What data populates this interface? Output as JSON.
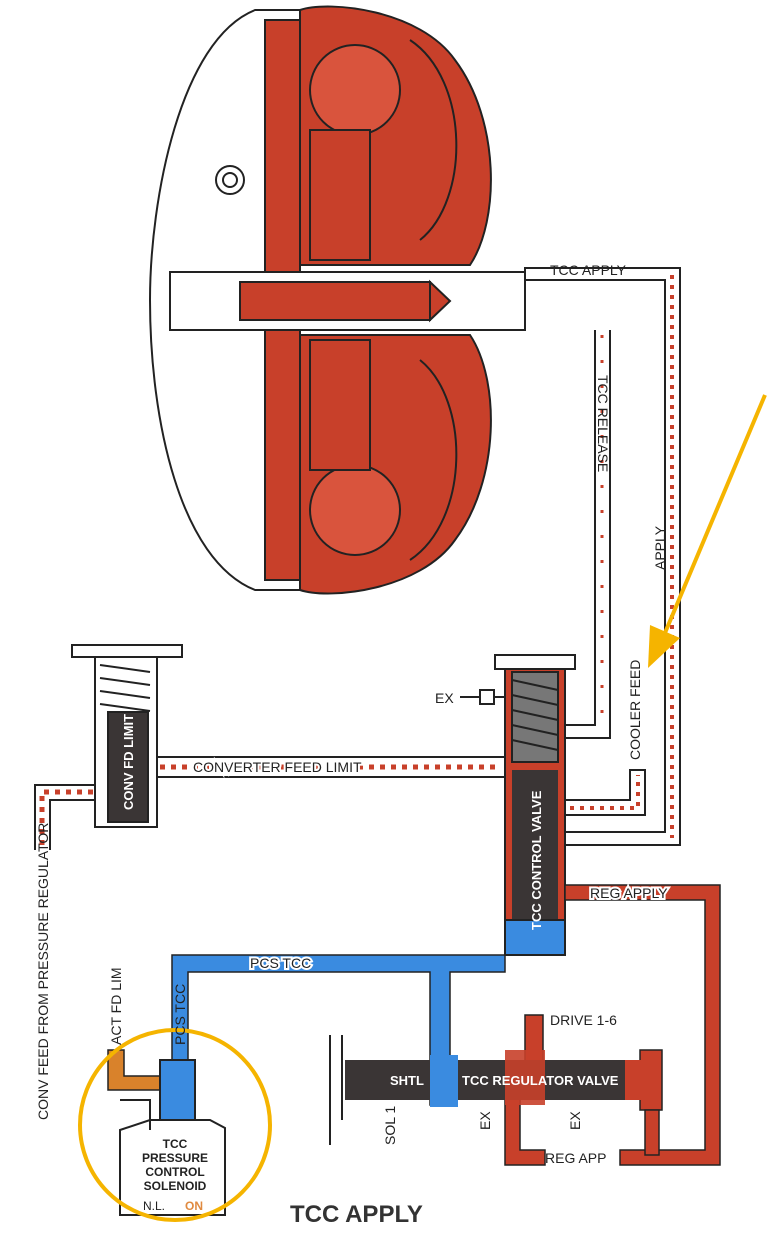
{
  "title": "TCC APPLY",
  "colors": {
    "apply_red": "#c8402a",
    "pcs_blue": "#3a8be0",
    "act_orange": "#d9822b",
    "valve_dark": "#3a3535",
    "highlight": "#f5b400"
  },
  "labels": {
    "tcc_apply": "TCC APPLY",
    "tcc_release": "TCC RELEASE",
    "apply": "APPLY",
    "cooler_feed": "COOLER FEED",
    "ex_top": "EX",
    "conv_fd_limit": "CONV FD LIMIT",
    "converter_feed_limit": "CONVERTER FEED LIMIT",
    "tcc_control_valve": "TCC CONTROL VALVE",
    "reg_apply": "REG APPLY",
    "pcs_tcc_h": "PCS TCC",
    "pcs_tcc_v": "PCS TCC",
    "act_fd_lim": "ACT FD LIM",
    "conv_feed_from_pr": "CONV FEED FROM PRESSURE REGULATOR",
    "drive_1_6": "DRIVE 1-6",
    "shtl": "SHTL",
    "tcc_regulator_valve": "TCC REGULATOR VALVE",
    "sol_1": "SOL 1",
    "ex_1": "EX",
    "ex_2": "EX",
    "reg_app": "REG APP"
  },
  "solenoid": {
    "line1": "TCC",
    "line2": "PRESSURE",
    "line3": "CONTROL",
    "line4": "SOLENOID",
    "type": "N.L.",
    "state": "ON"
  }
}
